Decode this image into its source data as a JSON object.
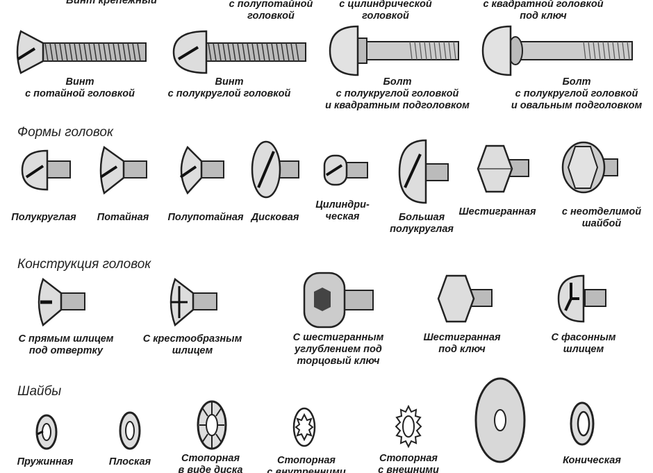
{
  "fasteners": {
    "heading": "Винт крепежный",
    "top_labels": [
      [
        "с полупотайной",
        "головкой"
      ],
      [
        "с цилиндрической",
        "головкой"
      ],
      [
        "с квадратной головкой",
        "под ключ"
      ]
    ],
    "items": [
      [
        "Винт",
        "с потайной головкой"
      ],
      [
        "Винт",
        "с полукруглой головкой"
      ],
      [
        "Болт",
        "с полукруглой головкой",
        "и квадратным подголовком"
      ],
      [
        "Болт",
        "с полукруглой головкой",
        "и овальным подголовком"
      ]
    ]
  },
  "head_shapes": {
    "heading": "Формы головок",
    "items": [
      [
        "Полукруглая"
      ],
      [
        "Потайная"
      ],
      [
        "Полупотайная"
      ],
      [
        "Дисковая"
      ],
      [
        "Цилиндри-",
        "ческая"
      ],
      [
        "Большая",
        "полукруглая"
      ],
      [
        "Шестигранная"
      ],
      [
        "с неотделимой",
        "шайбой"
      ]
    ]
  },
  "head_designs": {
    "heading": "Конструкция головок",
    "items": [
      [
        "С прямым шлицем",
        "под отвертку"
      ],
      [
        "С крестообразным",
        "шлицем"
      ],
      [
        "С шестигранным",
        "углублением под",
        "торцовый ключ"
      ],
      [
        "Шестигранная",
        "под ключ"
      ],
      [
        "С фасонным",
        "шлицем"
      ]
    ]
  },
  "washers": {
    "heading": "Шайбы",
    "items": [
      [
        "Пружинная"
      ],
      [
        "Плоская"
      ],
      [
        "Стопорная",
        "в виде диска"
      ],
      [
        "Стопорная",
        "с внутренними"
      ],
      [
        "Стопорная",
        "с внешними"
      ],
      [
        "Коническая"
      ]
    ]
  }
}
